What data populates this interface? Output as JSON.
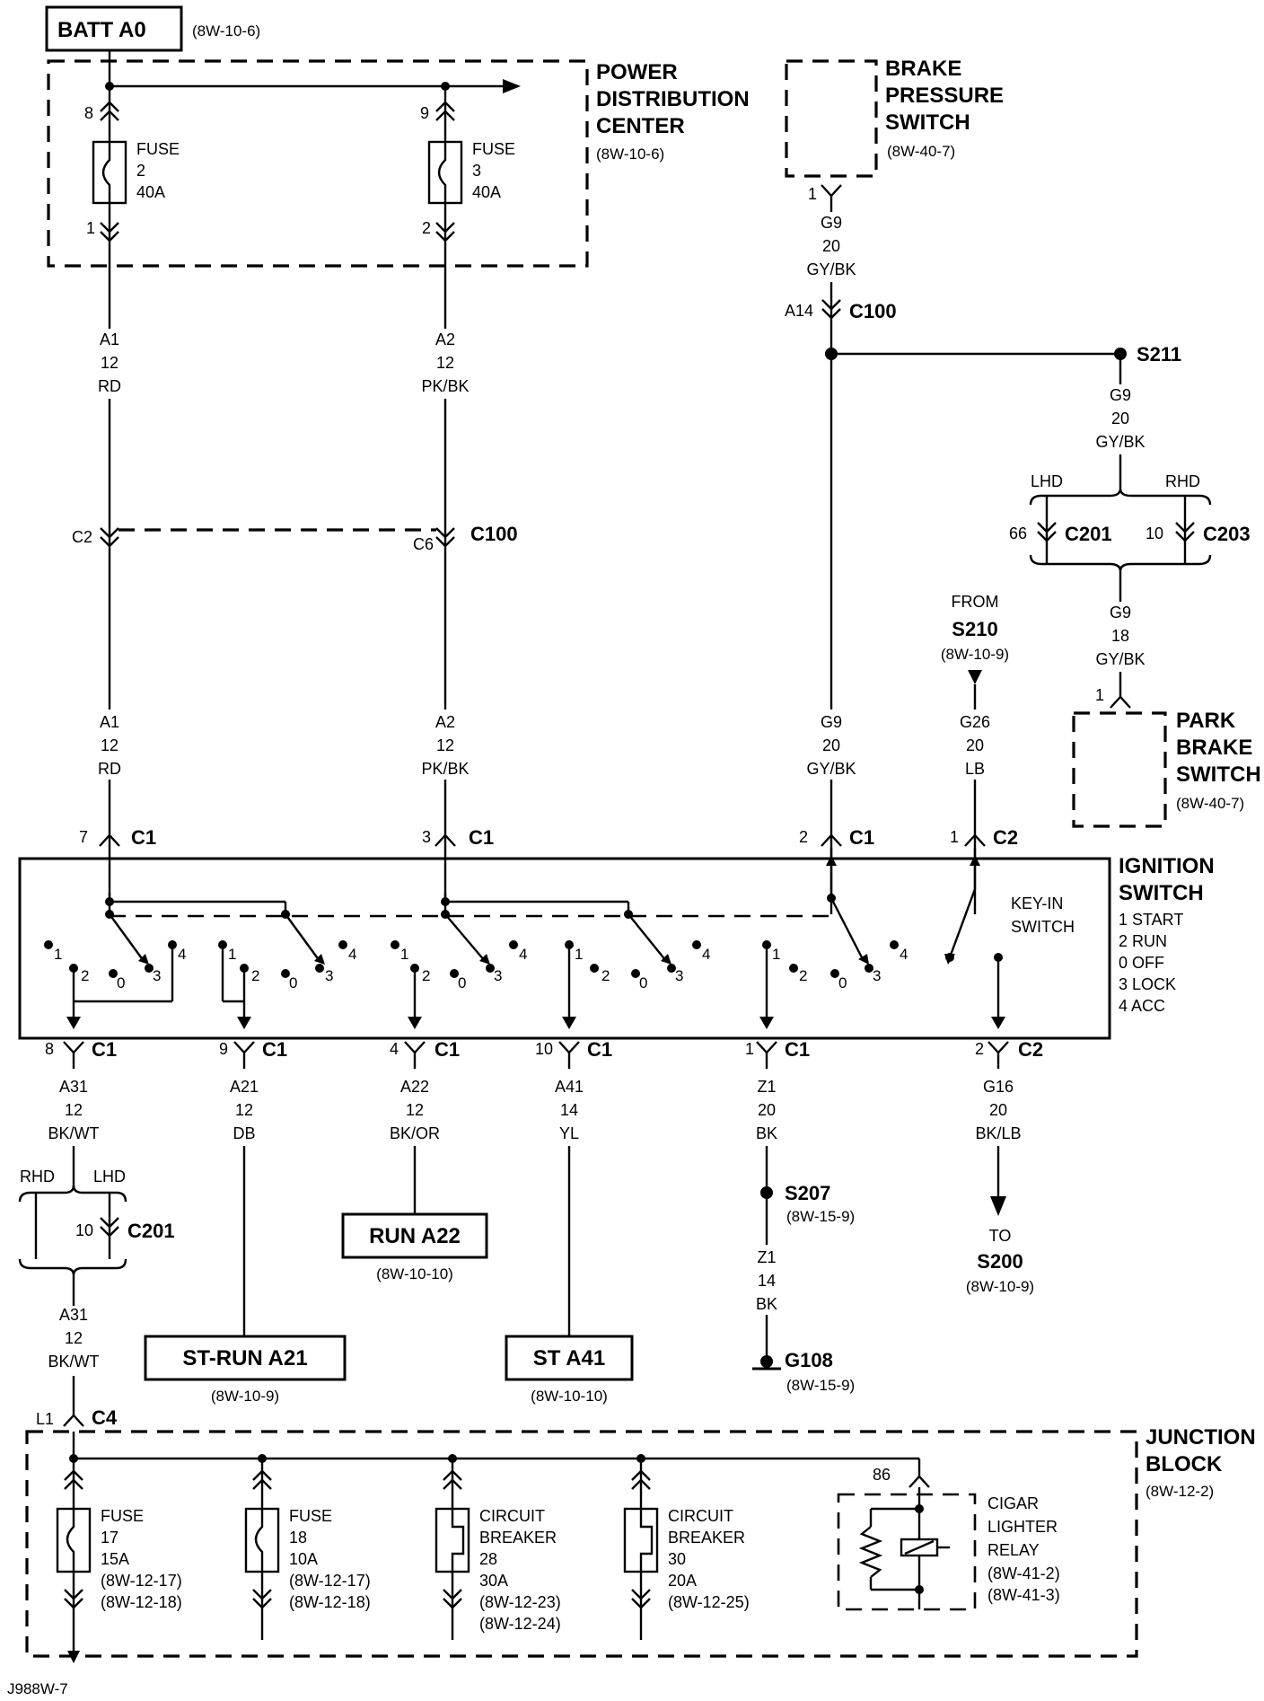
{
  "batt": {
    "label": "BATT A0",
    "ref": "(8W-10-6)"
  },
  "pdc": {
    "title1": "POWER",
    "title2": "DISTRIBUTION",
    "title3": "CENTER",
    "ref": "(8W-10-6)",
    "fuse2": {
      "pin_top": "8",
      "pin_bot": "1",
      "l1": "FUSE",
      "l2": "2",
      "l3": "40A"
    },
    "fuse3": {
      "pin_top": "9",
      "pin_bot": "2",
      "l1": "FUSE",
      "l2": "3",
      "l3": "40A"
    }
  },
  "wires": {
    "a1": {
      "c": "A1",
      "g": "12",
      "col": "RD"
    },
    "a2": {
      "c": "A2",
      "g": "12",
      "col": "PK/BK"
    },
    "g9a": {
      "c": "G9",
      "g": "20",
      "col": "GY/BK"
    },
    "g9b": {
      "c": "G9",
      "g": "20",
      "col": "GY/BK"
    },
    "g9c": {
      "c": "G9",
      "g": "18",
      "col": "GY/BK"
    },
    "g26": {
      "c": "G26",
      "g": "20",
      "col": "LB"
    },
    "a31": {
      "c": "A31",
      "g": "12",
      "col": "BK/WT"
    },
    "a21": {
      "c": "A21",
      "g": "12",
      "col": "DB"
    },
    "a22": {
      "c": "A22",
      "g": "12",
      "col": "BK/OR"
    },
    "a41": {
      "c": "A41",
      "g": "14",
      "col": "YL"
    },
    "z1a": {
      "c": "Z1",
      "g": "20",
      "col": "BK"
    },
    "z1b": {
      "c": "Z1",
      "g": "14",
      "col": "BK"
    },
    "g16": {
      "c": "G16",
      "g": "20",
      "col": "BK/LB"
    }
  },
  "brake": {
    "l1": "BRAKE",
    "l2": "PRESSURE",
    "l3": "SWITCH",
    "ref": "(8W-40-7)",
    "pin": "1"
  },
  "park": {
    "l1": "PARK",
    "l2": "BRAKE",
    "l3": "SWITCH",
    "ref": "(8W-40-7)",
    "pin": "1"
  },
  "conn": {
    "c100": "C100",
    "a14": "A14",
    "c2pin": "C2",
    "c6pin": "C6",
    "s211": "S211",
    "lhd": "LHD",
    "rhd": "RHD",
    "c201": "C201",
    "c203": "C203",
    "p66": "66",
    "p10": "10",
    "from": "FROM",
    "s210": "S210",
    "s210ref": "(8W-10-9)",
    "c1": "C1",
    "c2": "C2",
    "c4": "C4",
    "l1": "L1",
    "p7": "7",
    "p3": "3",
    "p2": "2",
    "p1": "1",
    "p8": "8",
    "p9": "9",
    "p4": "4",
    "p10b": "10",
    "p1b": "1",
    "p2b": "2",
    "p10c": "10"
  },
  "ign": {
    "title1": "IGNITION",
    "title2": "SWITCH",
    "k1": "1 START",
    "k2": "2 RUN",
    "k3": "0 OFF",
    "k4": "3 LOCK",
    "k5": "4 ACC",
    "keyin1": "KEY-IN",
    "keyin2": "SWITCH",
    "pos": [
      "1",
      "2",
      "0",
      "3",
      "4"
    ]
  },
  "dest": {
    "run": "RUN A22",
    "runref": "(8W-10-10)",
    "strun": "ST-RUN A21",
    "strunref": "(8W-10-9)",
    "st": "ST A41",
    "stref": "(8W-10-10)",
    "s207": "S207",
    "s207ref": "(8W-15-9)",
    "g108": "G108",
    "g108ref": "(8W-15-9)",
    "to": "TO",
    "s200": "S200",
    "s200ref": "(8W-10-9)"
  },
  "jb": {
    "title1": "JUNCTION",
    "title2": "BLOCK",
    "ref": "(8W-12-2)",
    "f17": {
      "l1": "FUSE",
      "l2": "17",
      "l3": "15A",
      "r1": "(8W-12-17)",
      "r2": "(8W-12-18)"
    },
    "f18": {
      "l1": "FUSE",
      "l2": "18",
      "l3": "10A",
      "r1": "(8W-12-17)",
      "r2": "(8W-12-18)"
    },
    "cb28": {
      "l1": "CIRCUIT",
      "l2": "BREAKER",
      "l3": "28",
      "l4": "30A",
      "r1": "(8W-12-23)",
      "r2": "(8W-12-24)"
    },
    "cb30": {
      "l1": "CIRCUIT",
      "l2": "BREAKER",
      "l3": "30",
      "l4": "20A",
      "r1": "(8W-12-25)"
    },
    "relay": {
      "pin": "86",
      "l1": "CIGAR",
      "l2": "LIGHTER",
      "l3": "RELAY",
      "r1": "(8W-41-2)",
      "r2": "(8W-41-3)"
    }
  },
  "footer": "J988W-7"
}
